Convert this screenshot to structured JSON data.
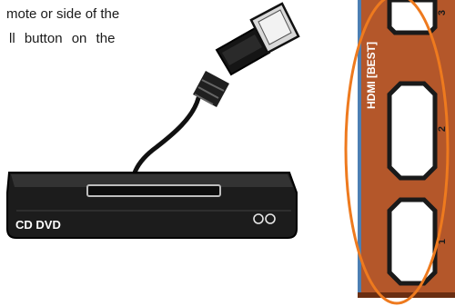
{
  "instructions": {
    "line1": "mote or side of the",
    "line2": "ll button on the"
  },
  "dvd_player": {
    "label": "CD DVD",
    "icon": "dvd-player-icon"
  },
  "cable": {
    "icon": "hdmi-cable-icon"
  },
  "panel": {
    "label": "HDMI [BEST]",
    "ports": [
      {
        "number": "3"
      },
      {
        "number": "2"
      },
      {
        "number": "1"
      }
    ],
    "highlight_color": "#ee7a1e",
    "panel_color": "#b4572a"
  }
}
